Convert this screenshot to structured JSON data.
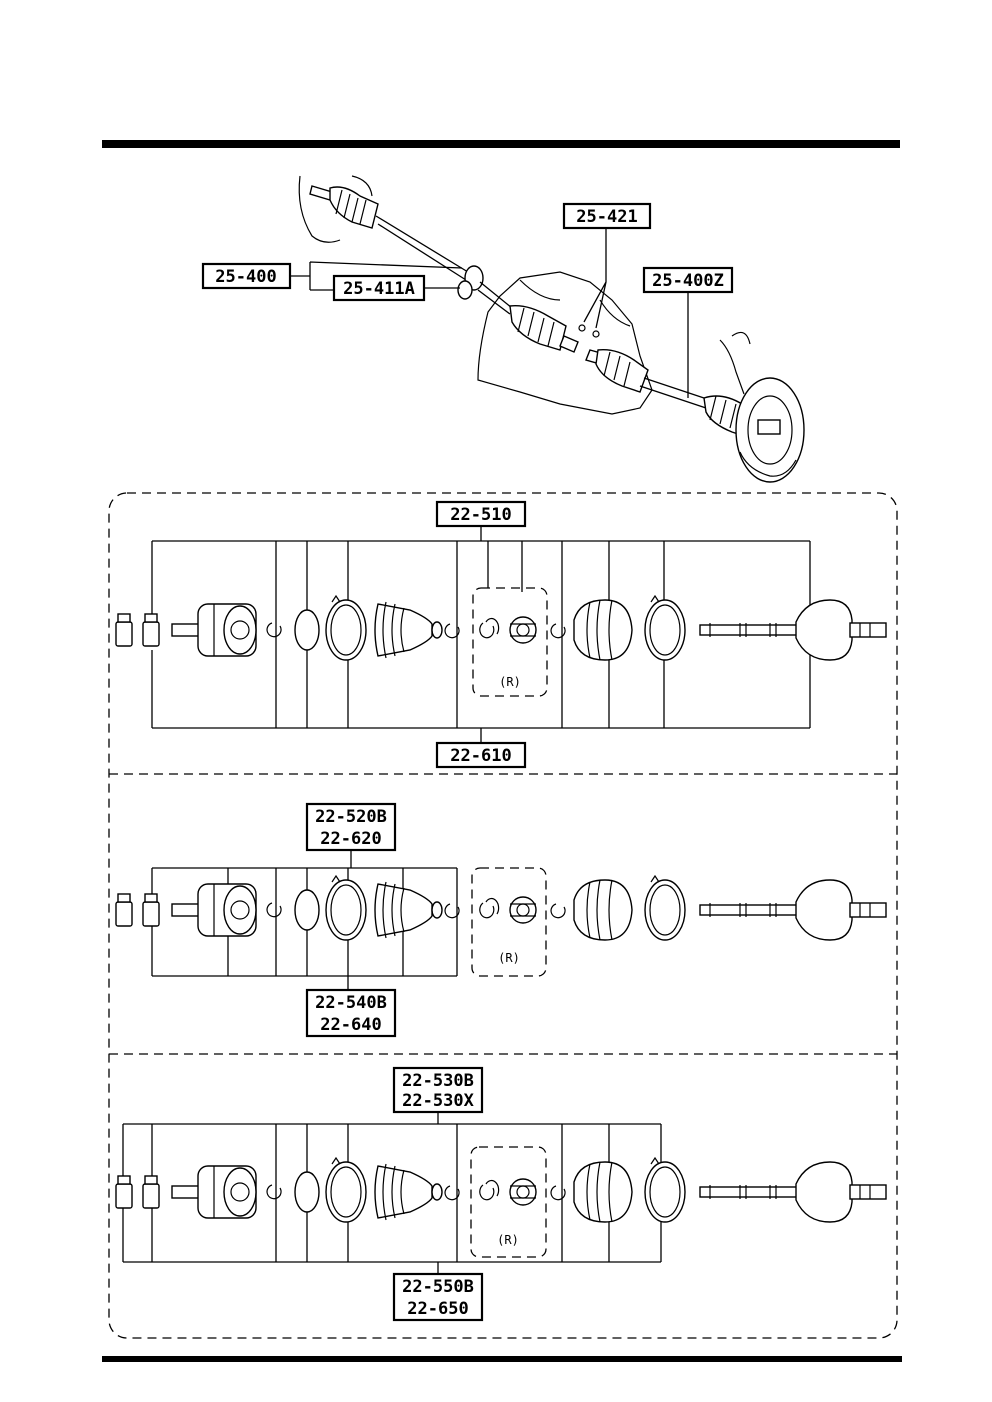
{
  "overview_labels": {
    "assembly": "25-400",
    "left_shaft": "25-411A",
    "clips": "25-421",
    "right_shaft": "25-400Z"
  },
  "panel1": {
    "top_label": "22-510",
    "bottom_label": "22-610",
    "r_mark": "(R)"
  },
  "panel2": {
    "top_label_1": "22-520B",
    "top_label_2": "22-620",
    "bottom_label_1": "22-540B",
    "bottom_label_2": "22-640",
    "r_mark": "(R)"
  },
  "panel3": {
    "top_label_1": "22-530B",
    "top_label_2": "22-530X",
    "bottom_label_1": "22-550B",
    "bottom_label_2": "22-650",
    "r_mark": "(R)"
  }
}
